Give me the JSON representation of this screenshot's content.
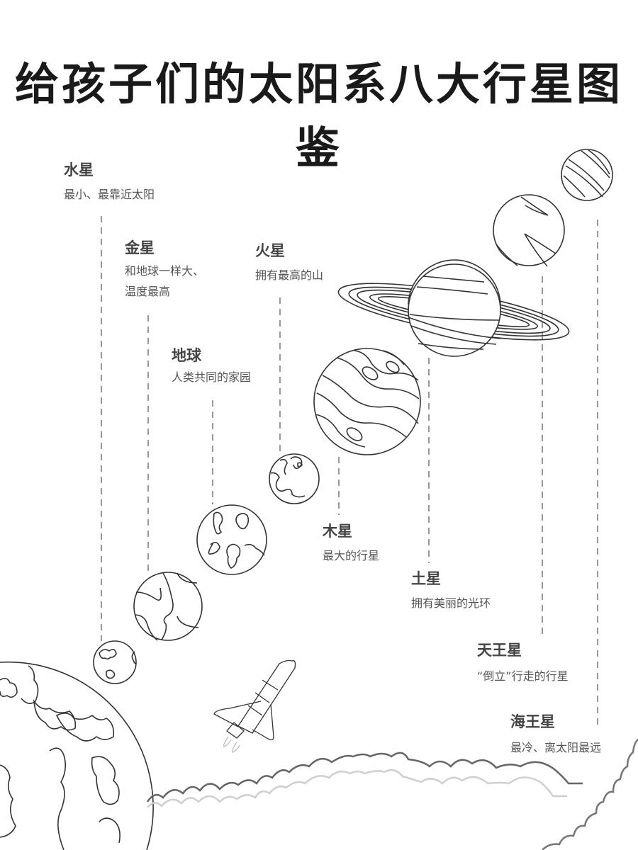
{
  "title": "给孩子们的太阳系八大行星图鉴",
  "planets": [
    {
      "name": "水星",
      "desc_lines": [
        "最小、最靠近太阳"
      ]
    },
    {
      "name": "金星",
      "desc_lines": [
        "和地球一样大、",
        "温度最高"
      ]
    },
    {
      "name": "地球",
      "desc_lines": [
        "人类共同的家园"
      ]
    },
    {
      "name": "火星",
      "desc_lines": [
        "拥有最高的山"
      ]
    },
    {
      "name": "木星",
      "desc_lines": [
        "最大的行星"
      ]
    },
    {
      "name": "土星",
      "desc_lines": [
        "拥有美丽的光环"
      ]
    },
    {
      "name": "天王星",
      "desc_lines": [
        "“倒立”行走的行星"
      ]
    },
    {
      "name": "海王星",
      "desc_lines": [
        "最冷、离太阳最远"
      ]
    }
  ],
  "colors": {
    "line": "#333333",
    "dash": "#777777",
    "text": "#444444",
    "cloud_light": "#cccccc"
  }
}
